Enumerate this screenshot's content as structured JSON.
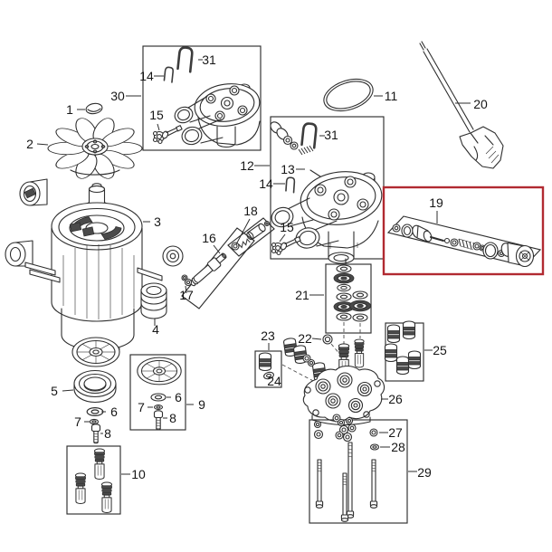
{
  "diagram": {
    "type": "exploded-parts-diagram",
    "subject": "pressure-washer motor and pump assembly",
    "background_color": "#ffffff",
    "line_color": "#2e2e2e",
    "label_color": "#161616",
    "highlight": {
      "part": "19",
      "box_color": "#b12a31"
    },
    "labels": {
      "n1": "1",
      "n2": "2",
      "n3": "3",
      "n4": "4",
      "n5": "5",
      "n6": "6",
      "n7": "7",
      "n8": "8",
      "n9": "9",
      "n10": "10",
      "n11": "11",
      "n12": "12",
      "n13": "13",
      "n14": "14",
      "n15": "15",
      "n16": "16",
      "n17": "17",
      "n18": "18",
      "n19": "19",
      "n20": "20",
      "n21": "21",
      "n22": "22",
      "n23": "23",
      "n24": "24",
      "n25": "25",
      "n26": "26",
      "n27": "27",
      "n28": "28",
      "n29": "29",
      "n30": "30",
      "n31": "31"
    }
  }
}
